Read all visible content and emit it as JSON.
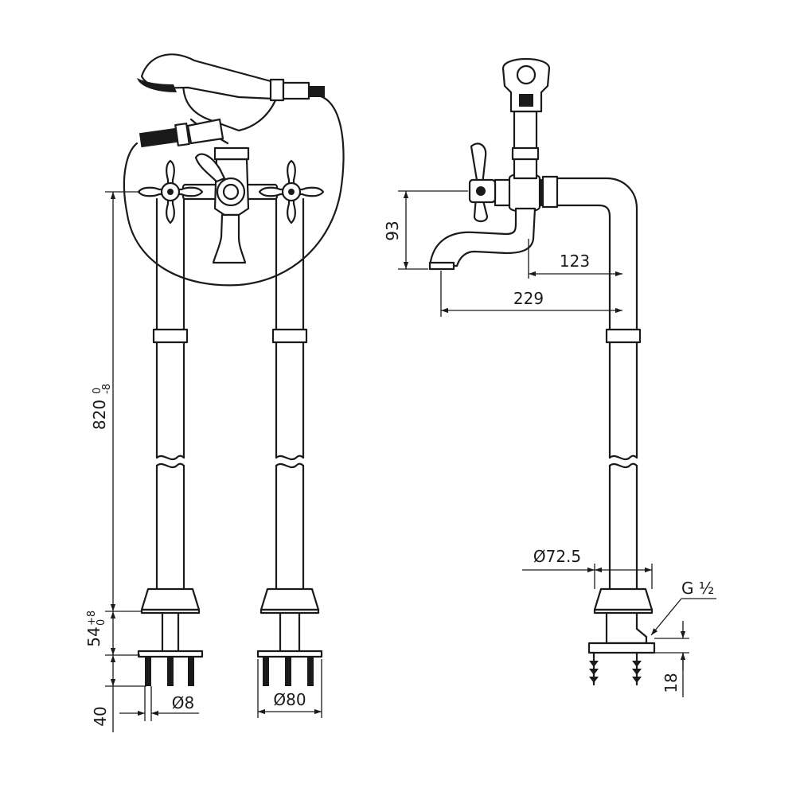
{
  "drawing": {
    "front_view": {
      "height_main": "820",
      "height_main_tol_upper": "0",
      "height_main_tol_lower": "-8",
      "height_flange": "54",
      "height_flange_tol_upper": "+8",
      "height_flange_tol_lower": "0",
      "anchor_depth": "40",
      "anchor_diameter": "Ø8",
      "flange_diameter": "Ø80"
    },
    "side_view": {
      "spout_drop": "93",
      "spout_offset": "123",
      "spout_reach": "229",
      "flange_diameter": "Ø72.5",
      "thread": "G ½",
      "base_height": "18"
    }
  }
}
